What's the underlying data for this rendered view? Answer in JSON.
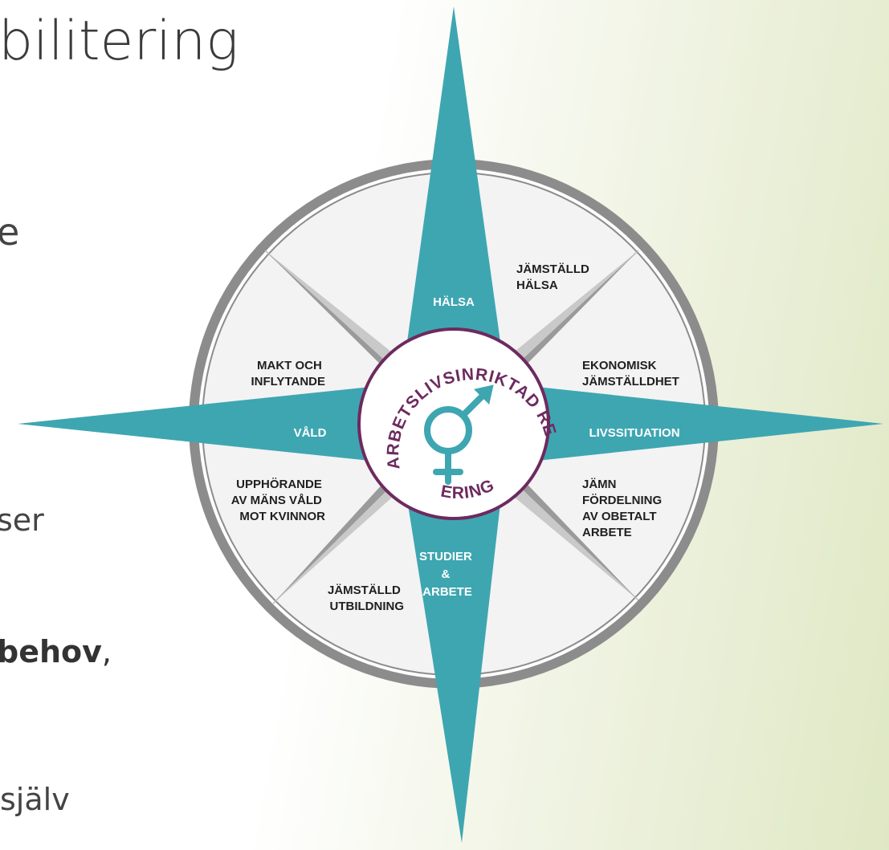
{
  "slide": {
    "title_fragment": "bilitering",
    "text_fragments": [
      "e",
      "ser",
      "behov",
      "själv"
    ]
  },
  "compass": {
    "ring_text_top": "ARBETSLIVSINRIKTAD REHABILITERING",
    "ring_text_bottom": "ERING",
    "cardinal": {
      "north": "HÄLSA",
      "west": "VÅLD",
      "east": "LIVSSITUATION",
      "south": [
        "STUDIER",
        "&",
        "ARBETE"
      ]
    },
    "segments": {
      "north_east": [
        "JÄMSTÄLLD",
        "HÄLSA"
      ],
      "east_upper": [
        "EKONOMISK",
        "JÄMSTÄLLDHET"
      ],
      "east_lower": [
        "JÄMN",
        "FÖRDELNING",
        "AV OBETALT",
        "ARBETE"
      ],
      "south_west": [
        "JÄMSTÄLLD",
        "UTBILDNING"
      ],
      "west_lower": [
        "UPPHÖRANDE",
        "AV MÄNS VÅLD",
        "MOT KVINNOR"
      ],
      "west_upper": [
        "MAKT OCH",
        "INFLYTANDE"
      ]
    },
    "colors": {
      "teal": "#3ea6b1",
      "purple": "#6d2a5f",
      "ring_gray": "#8a8a8a",
      "fill_light": "#f3f3f3"
    }
  }
}
